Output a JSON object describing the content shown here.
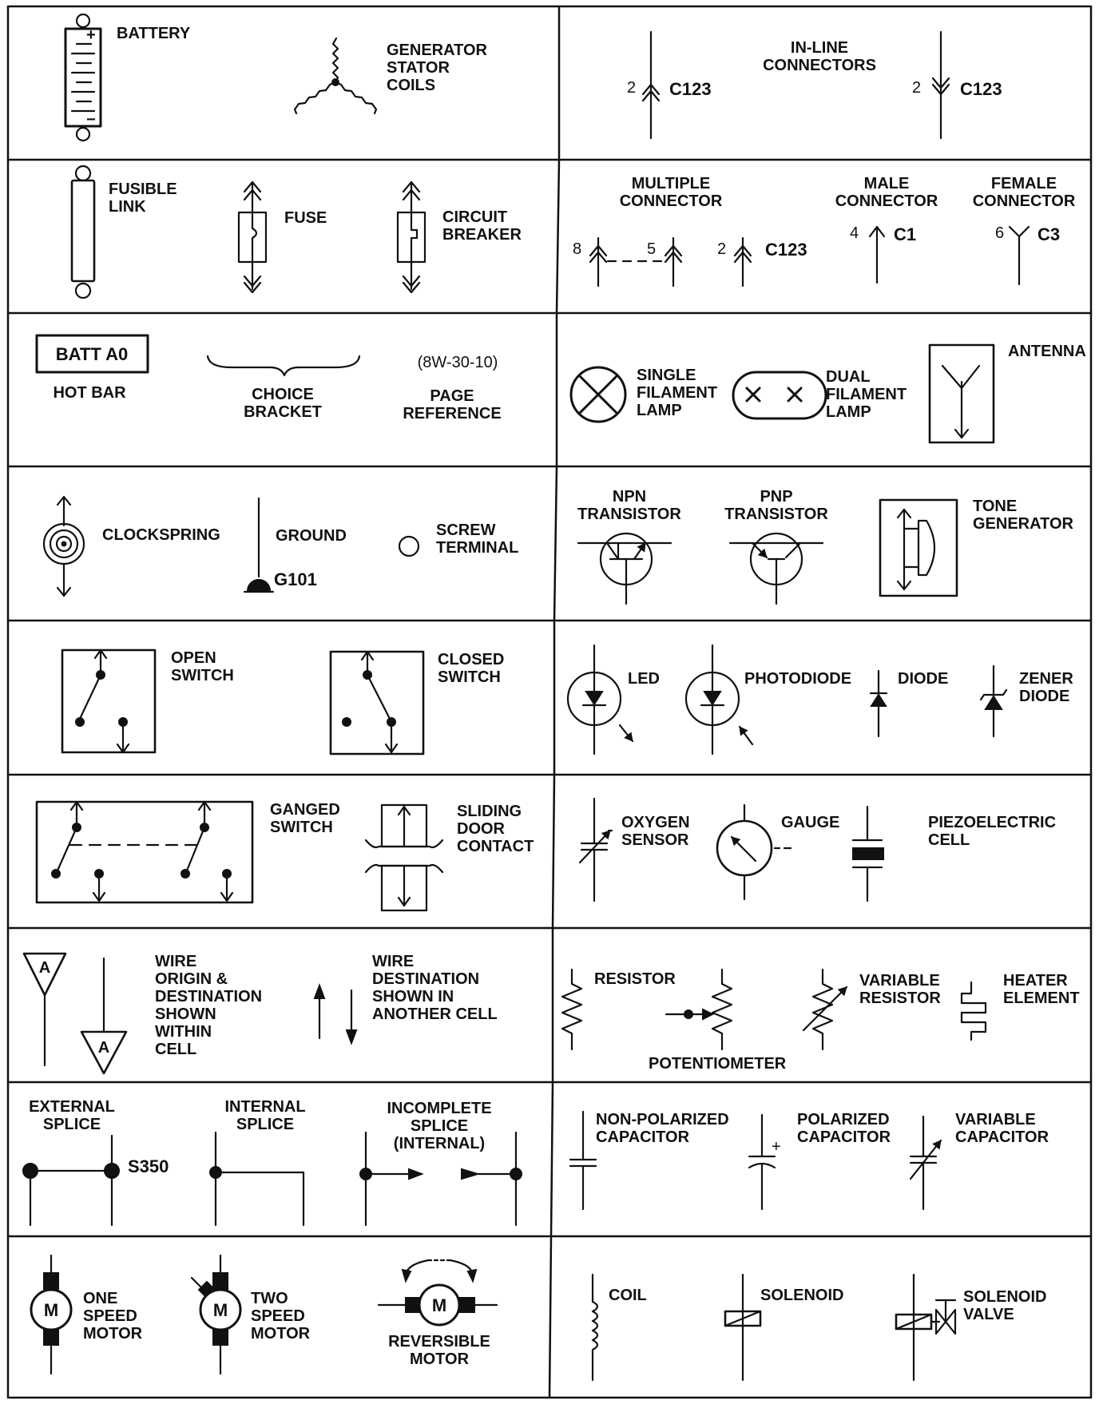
{
  "labels": {
    "battery": "BATTERY",
    "battery_plus": "+",
    "battery_minus": "−",
    "generator": [
      "GENERATOR",
      "STATOR",
      "COILS"
    ],
    "inline_connectors": [
      "IN-LINE",
      "CONNECTORS"
    ],
    "inline_left_pin": "2",
    "inline_left_id": "C123",
    "inline_right_pin": "2",
    "inline_right_id": "C123",
    "fusible_link": [
      "FUSIBLE",
      "LINK"
    ],
    "fuse": "FUSE",
    "circuit_breaker": [
      "CIRCUIT",
      "BREAKER"
    ],
    "multiple_connector": [
      "MULTIPLE",
      "CONNECTOR"
    ],
    "multi_pins": [
      "8",
      "5",
      "2"
    ],
    "multi_id": "C123",
    "male_connector": [
      "MALE",
      "CONNECTOR"
    ],
    "male_pin": "4",
    "male_id": "C1",
    "female_connector": [
      "FEMALE",
      "CONNECTOR"
    ],
    "female_pin": "6",
    "female_id": "C3",
    "hot_bar_box": "BATT A0",
    "hot_bar": "HOT BAR",
    "choice_bracket": [
      "CHOICE",
      "BRACKET"
    ],
    "page_ref_value": "(8W-30-10)",
    "page_reference": [
      "PAGE",
      "REFERENCE"
    ],
    "single_lamp": [
      "SINGLE",
      "FILAMENT",
      "LAMP"
    ],
    "dual_lamp": [
      "DUAL",
      "FILAMENT",
      "LAMP"
    ],
    "antenna": "ANTENNA",
    "clockspring": "CLOCKSPRING",
    "ground": "GROUND",
    "ground_id": "G101",
    "screw_terminal": [
      "SCREW",
      "TERMINAL"
    ],
    "npn": [
      "NPN",
      "TRANSISTOR"
    ],
    "pnp": [
      "PNP",
      "TRANSISTOR"
    ],
    "tone_generator": [
      "TONE",
      "GENERATOR"
    ],
    "open_switch": [
      "OPEN",
      "SWITCH"
    ],
    "closed_switch": [
      "CLOSED",
      "SWITCH"
    ],
    "led": "LED",
    "photodiode": "PHOTODIODE",
    "diode": "DIODE",
    "zener": [
      "ZENER",
      "DIODE"
    ],
    "ganged_switch": [
      "GANGED",
      "SWITCH"
    ],
    "sliding_door": [
      "SLIDING",
      "DOOR",
      "CONTACT"
    ],
    "oxygen_sensor": [
      "OXYGEN",
      "SENSOR"
    ],
    "gauge": "GAUGE",
    "piezo": [
      "PIEZOELECTRIC",
      "CELL"
    ],
    "wire_origin_letter": "A",
    "wire_origin": [
      "WIRE",
      "ORIGIN &",
      "DESTINATION",
      "SHOWN",
      "WITHIN",
      "CELL"
    ],
    "wire_destination": [
      "WIRE",
      "DESTINATION",
      "SHOWN IN",
      "ANOTHER CELL"
    ],
    "resistor": "RESISTOR",
    "potentiometer": "POTENTIOMETER",
    "variable_resistor": [
      "VARIABLE",
      "RESISTOR"
    ],
    "heater": [
      "HEATER",
      "ELEMENT"
    ],
    "external_splice": [
      "EXTERNAL",
      "SPLICE"
    ],
    "external_splice_id": "S350",
    "internal_splice": [
      "INTERNAL",
      "SPLICE"
    ],
    "incomplete_splice": [
      "INCOMPLETE",
      "SPLICE",
      "(INTERNAL)"
    ],
    "nonpol_cap": [
      "NON-POLARIZED",
      "CAPACITOR"
    ],
    "pol_cap": [
      "POLARIZED",
      "CAPACITOR"
    ],
    "pol_cap_plus": "+",
    "var_cap": [
      "VARIABLE",
      "CAPACITOR"
    ],
    "motor_letter": "M",
    "one_speed": [
      "ONE",
      "SPEED",
      "MOTOR"
    ],
    "two_speed": [
      "TWO",
      "SPEED",
      "MOTOR"
    ],
    "reversible": [
      "REVERSIBLE",
      "MOTOR"
    ],
    "coil": "COIL",
    "solenoid": "SOLENOID",
    "solenoid_valve": [
      "SOLENOID",
      "VALVE"
    ]
  }
}
